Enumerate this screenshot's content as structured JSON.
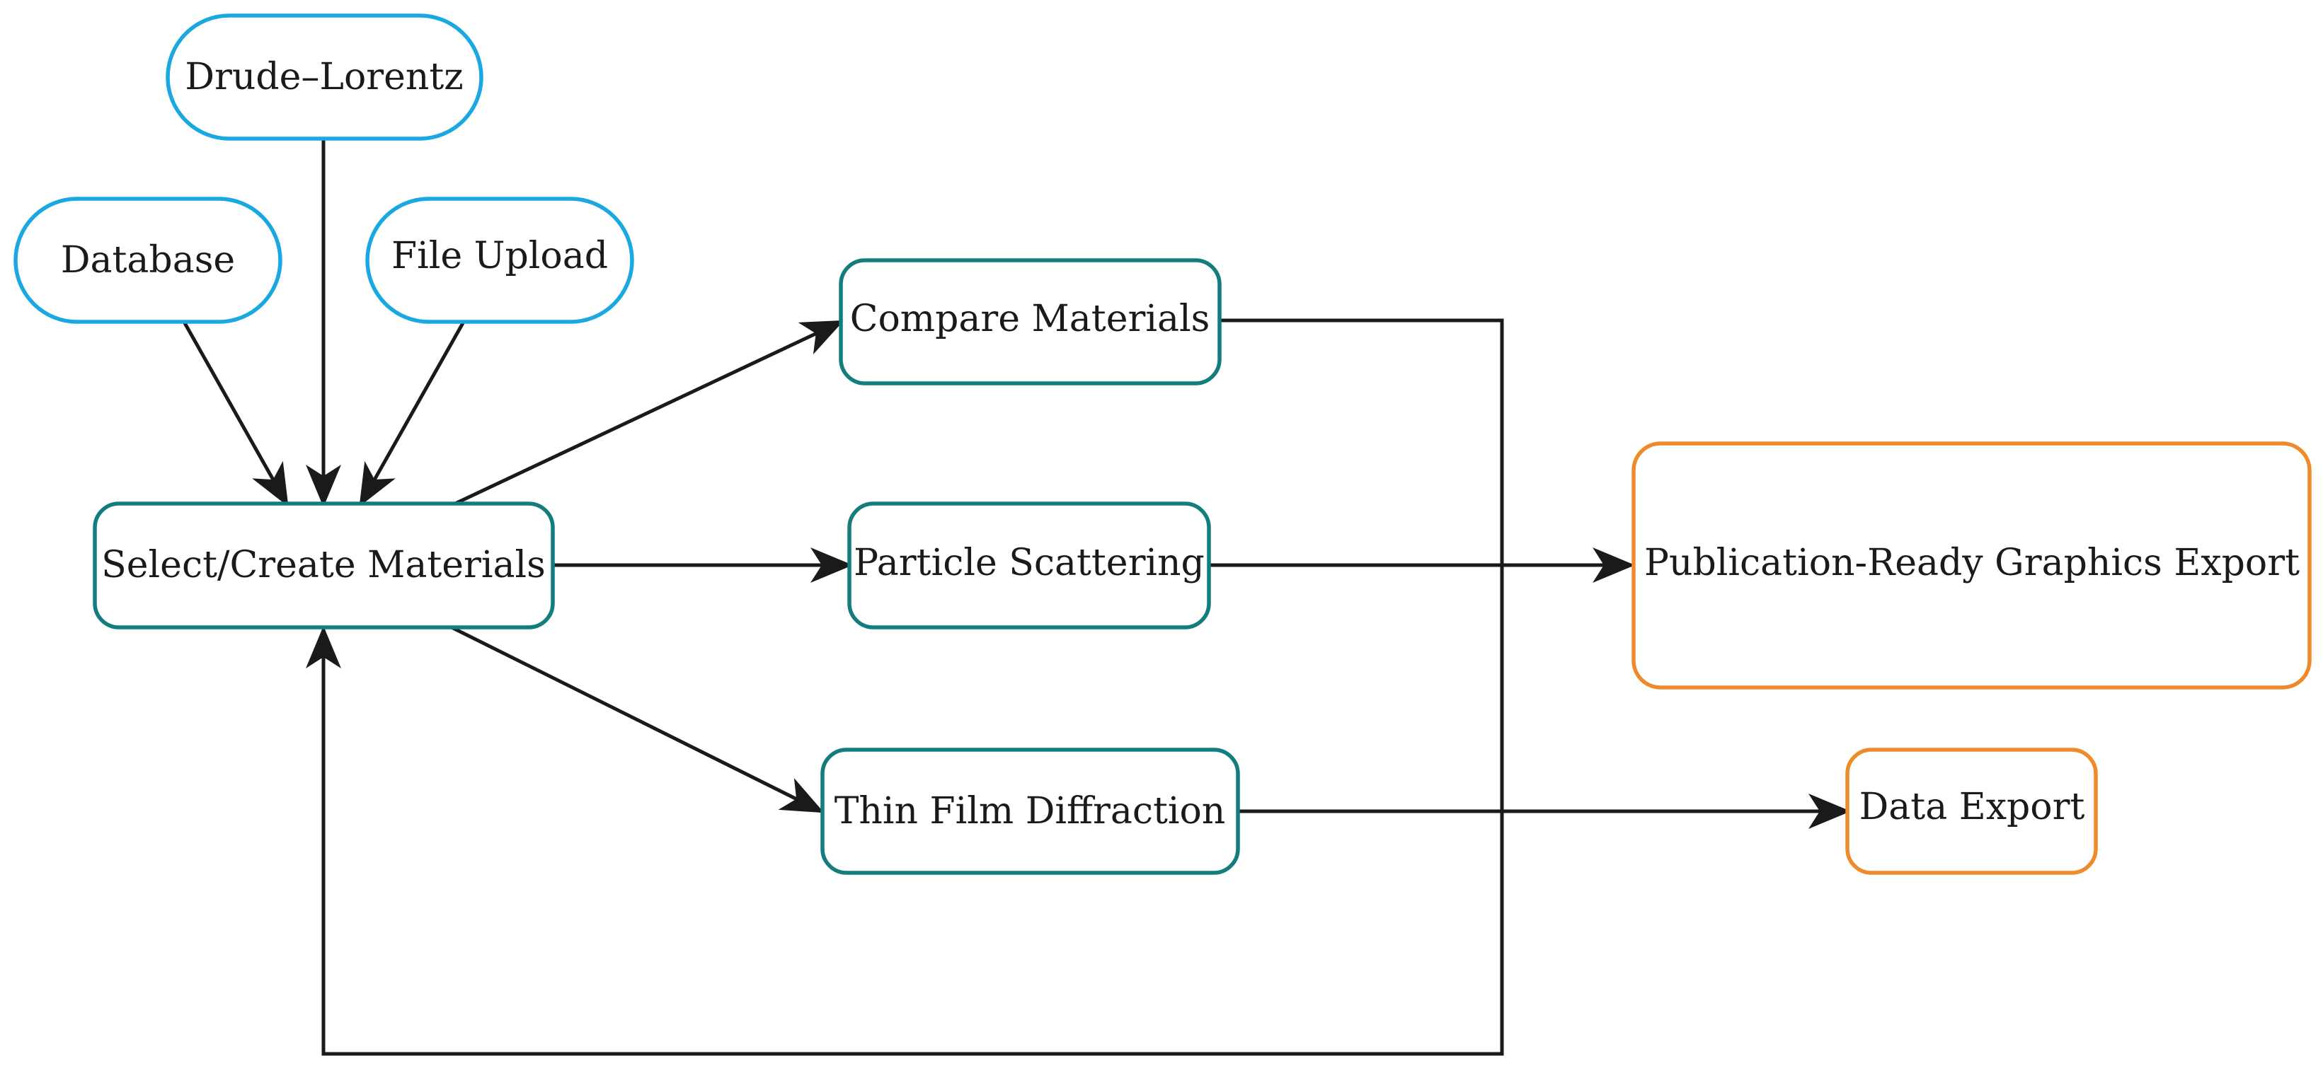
{
  "colors": {
    "input": "#1aa8e0",
    "process": "#137d7d",
    "output": "#ef8a2a",
    "edge": "#1a1a1a",
    "text": "#1a1a1a"
  },
  "nodes": {
    "drude_lorentz": {
      "label": "Drude–Lorentz",
      "kind": "input"
    },
    "database": {
      "label": "Database",
      "kind": "input"
    },
    "file_upload": {
      "label": "File Upload",
      "kind": "input"
    },
    "select_create": {
      "label": "Select/Create Materials",
      "kind": "process"
    },
    "compare": {
      "label": "Compare Materials",
      "kind": "process"
    },
    "particle": {
      "label": "Particle Scattering",
      "kind": "process"
    },
    "thin_film": {
      "label": "Thin Film Diffraction",
      "kind": "process"
    },
    "publication": {
      "label": "Publication-Ready Graphics Export",
      "kind": "output"
    },
    "data_export": {
      "label": "Data Export",
      "kind": "output"
    }
  },
  "edges": [
    {
      "from": "drude_lorentz",
      "to": "select_create"
    },
    {
      "from": "database",
      "to": "select_create"
    },
    {
      "from": "file_upload",
      "to": "select_create"
    },
    {
      "from": "select_create",
      "to": "compare"
    },
    {
      "from": "select_create",
      "to": "particle"
    },
    {
      "from": "select_create",
      "to": "thin_film"
    },
    {
      "from": "particle",
      "to": "publication"
    },
    {
      "from": "thin_film",
      "to": "data_export"
    },
    {
      "from": "compare",
      "to": "select_create"
    }
  ]
}
